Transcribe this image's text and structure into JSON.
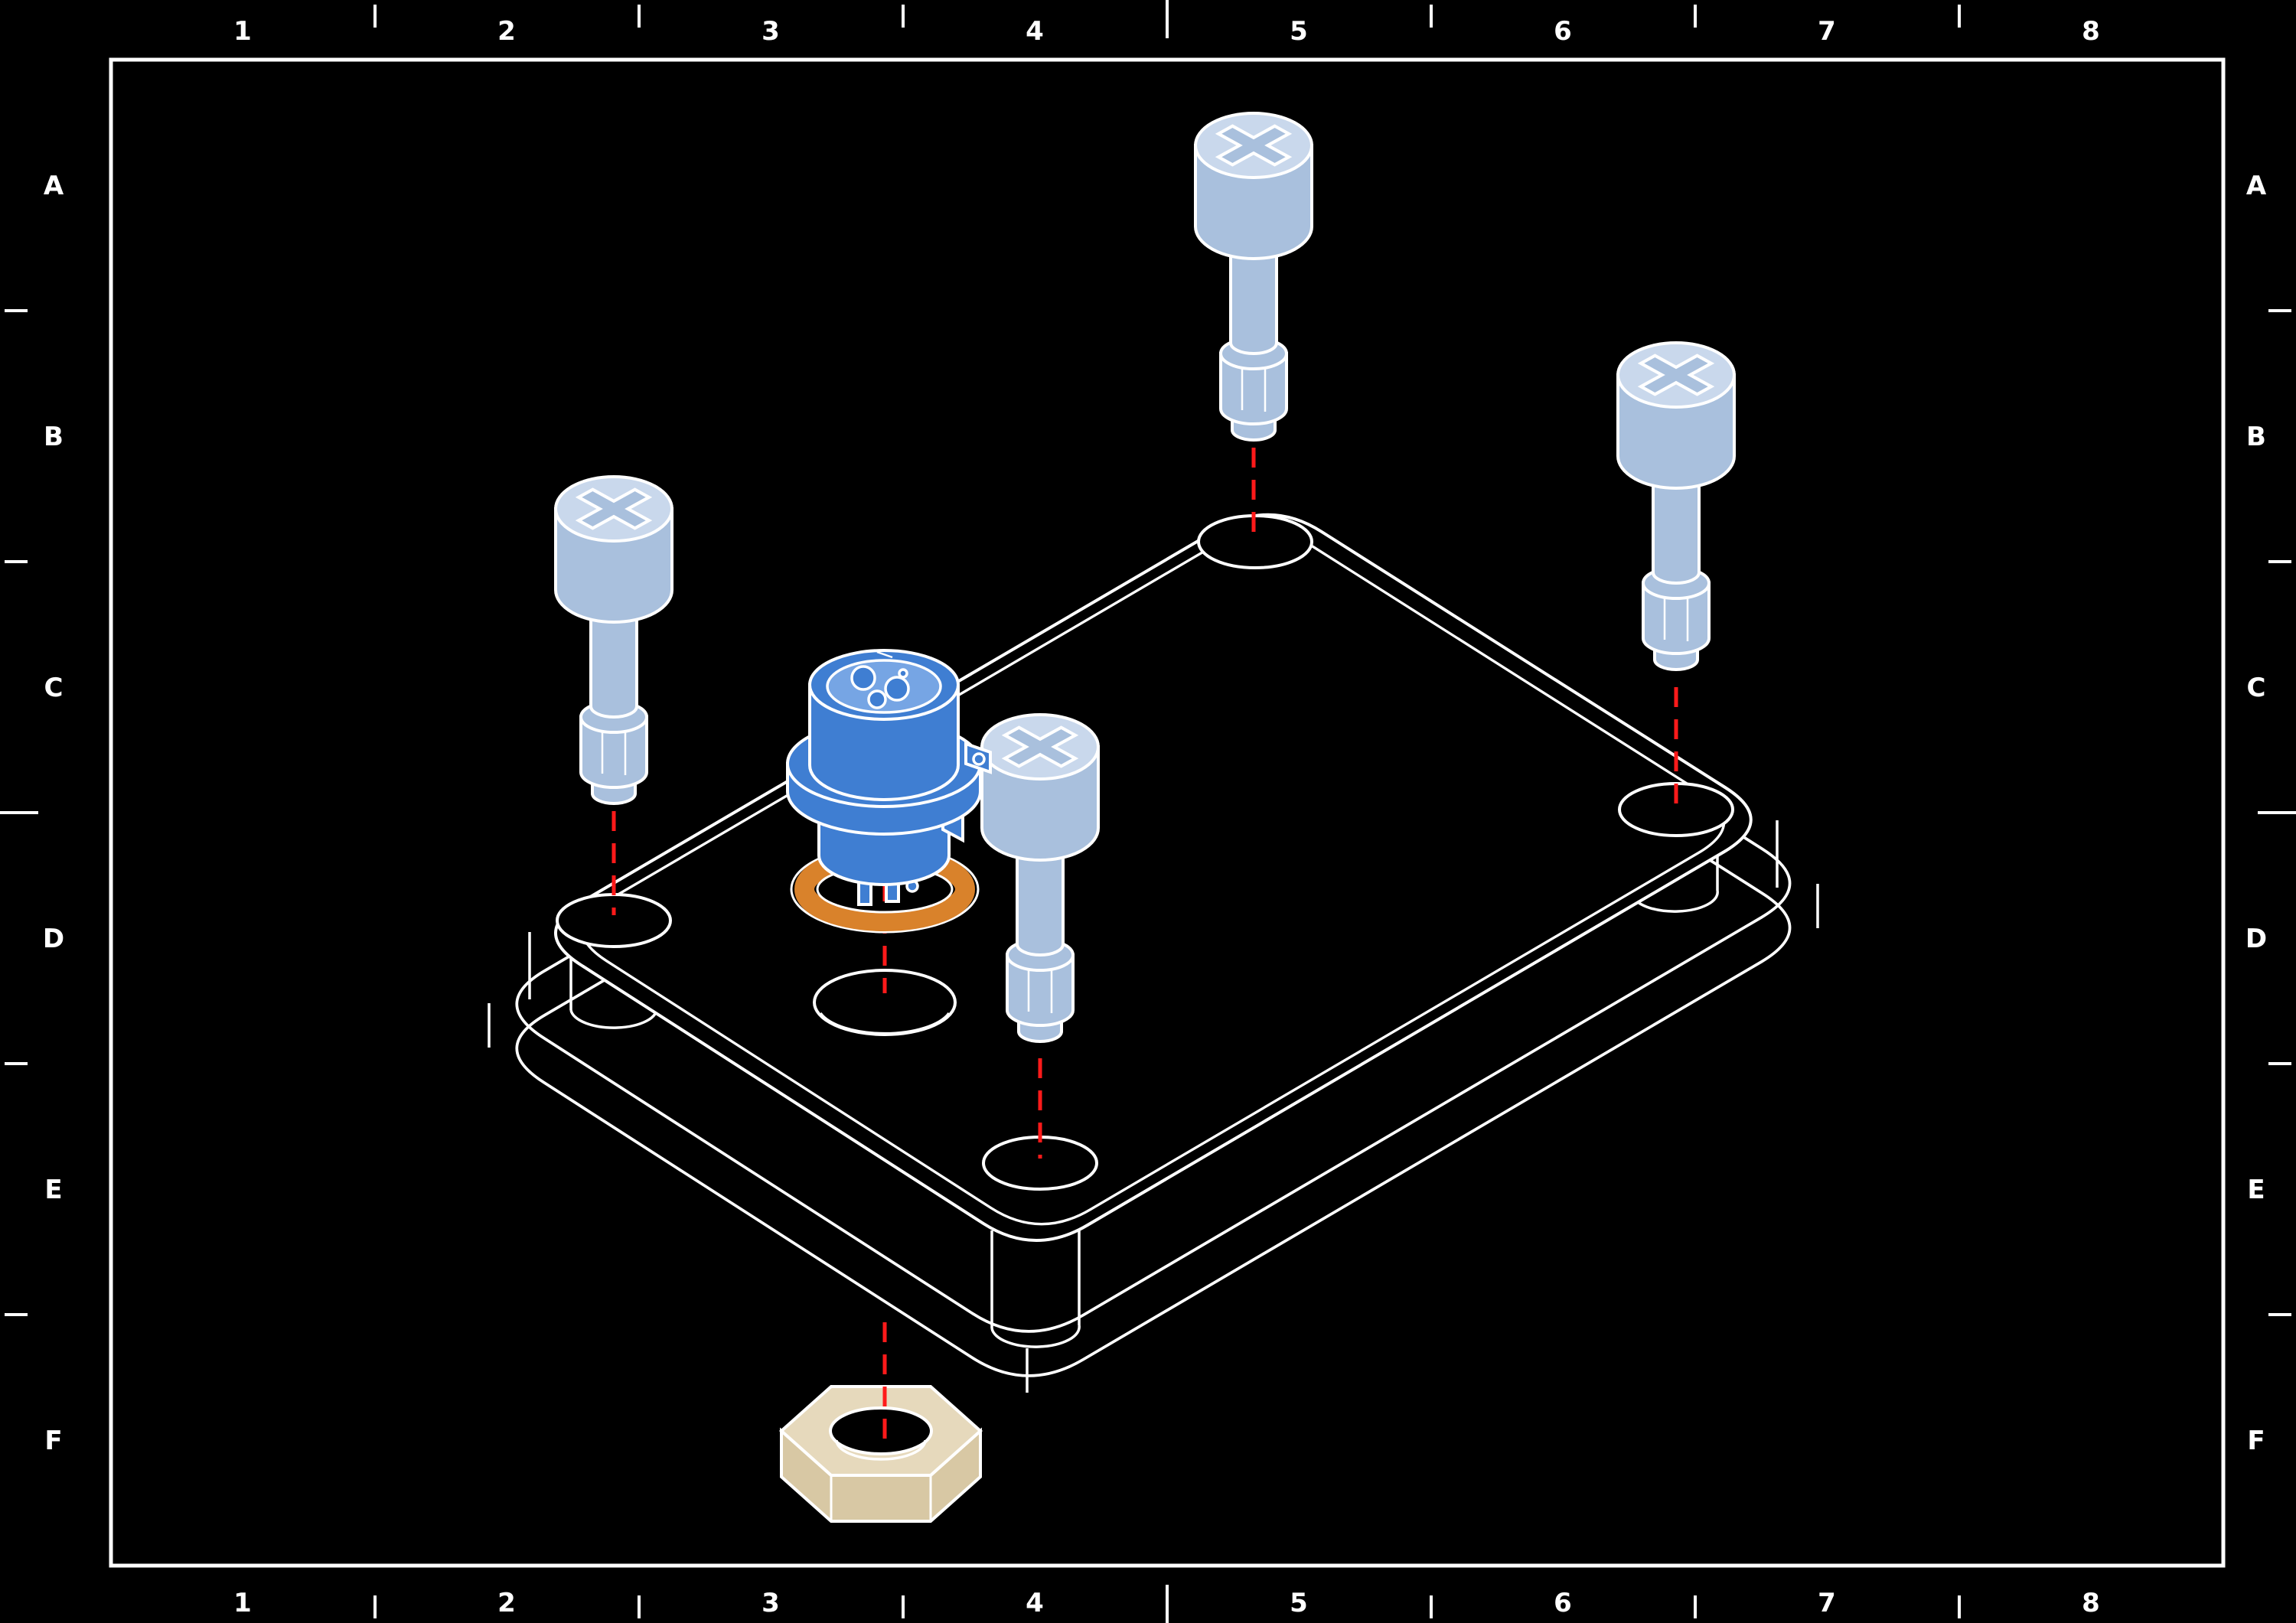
{
  "sheet": {
    "grid": {
      "cols": [
        "1",
        "2",
        "3",
        "4",
        "5",
        "6",
        "7",
        "8"
      ],
      "rows": [
        "A",
        "B",
        "C",
        "D",
        "E",
        "F"
      ]
    }
  },
  "colors": {
    "background": "#000000",
    "line": "#ffffff",
    "centerline": "#ff1a1a",
    "screw": "#a9c0dd",
    "screw_top": "#c9d8ec",
    "connector": "#3f7ed2",
    "connector_face": "#76a5e4",
    "o_ring": "#d9822b",
    "hex_nut": "#d8c8a4",
    "hex_nut_top": "#e6d9bc"
  },
  "parts": {
    "screws": {
      "name": "phillips-pan-head-screw",
      "count": 4
    },
    "connector": {
      "name": "circular-panel-connector",
      "count": 1
    },
    "o_ring": {
      "name": "o-ring-seal",
      "count": 1
    },
    "nut": {
      "name": "panel-hex-nut",
      "count": 1
    },
    "enclosure": {
      "name": "enclosure-base",
      "count": 1
    }
  }
}
